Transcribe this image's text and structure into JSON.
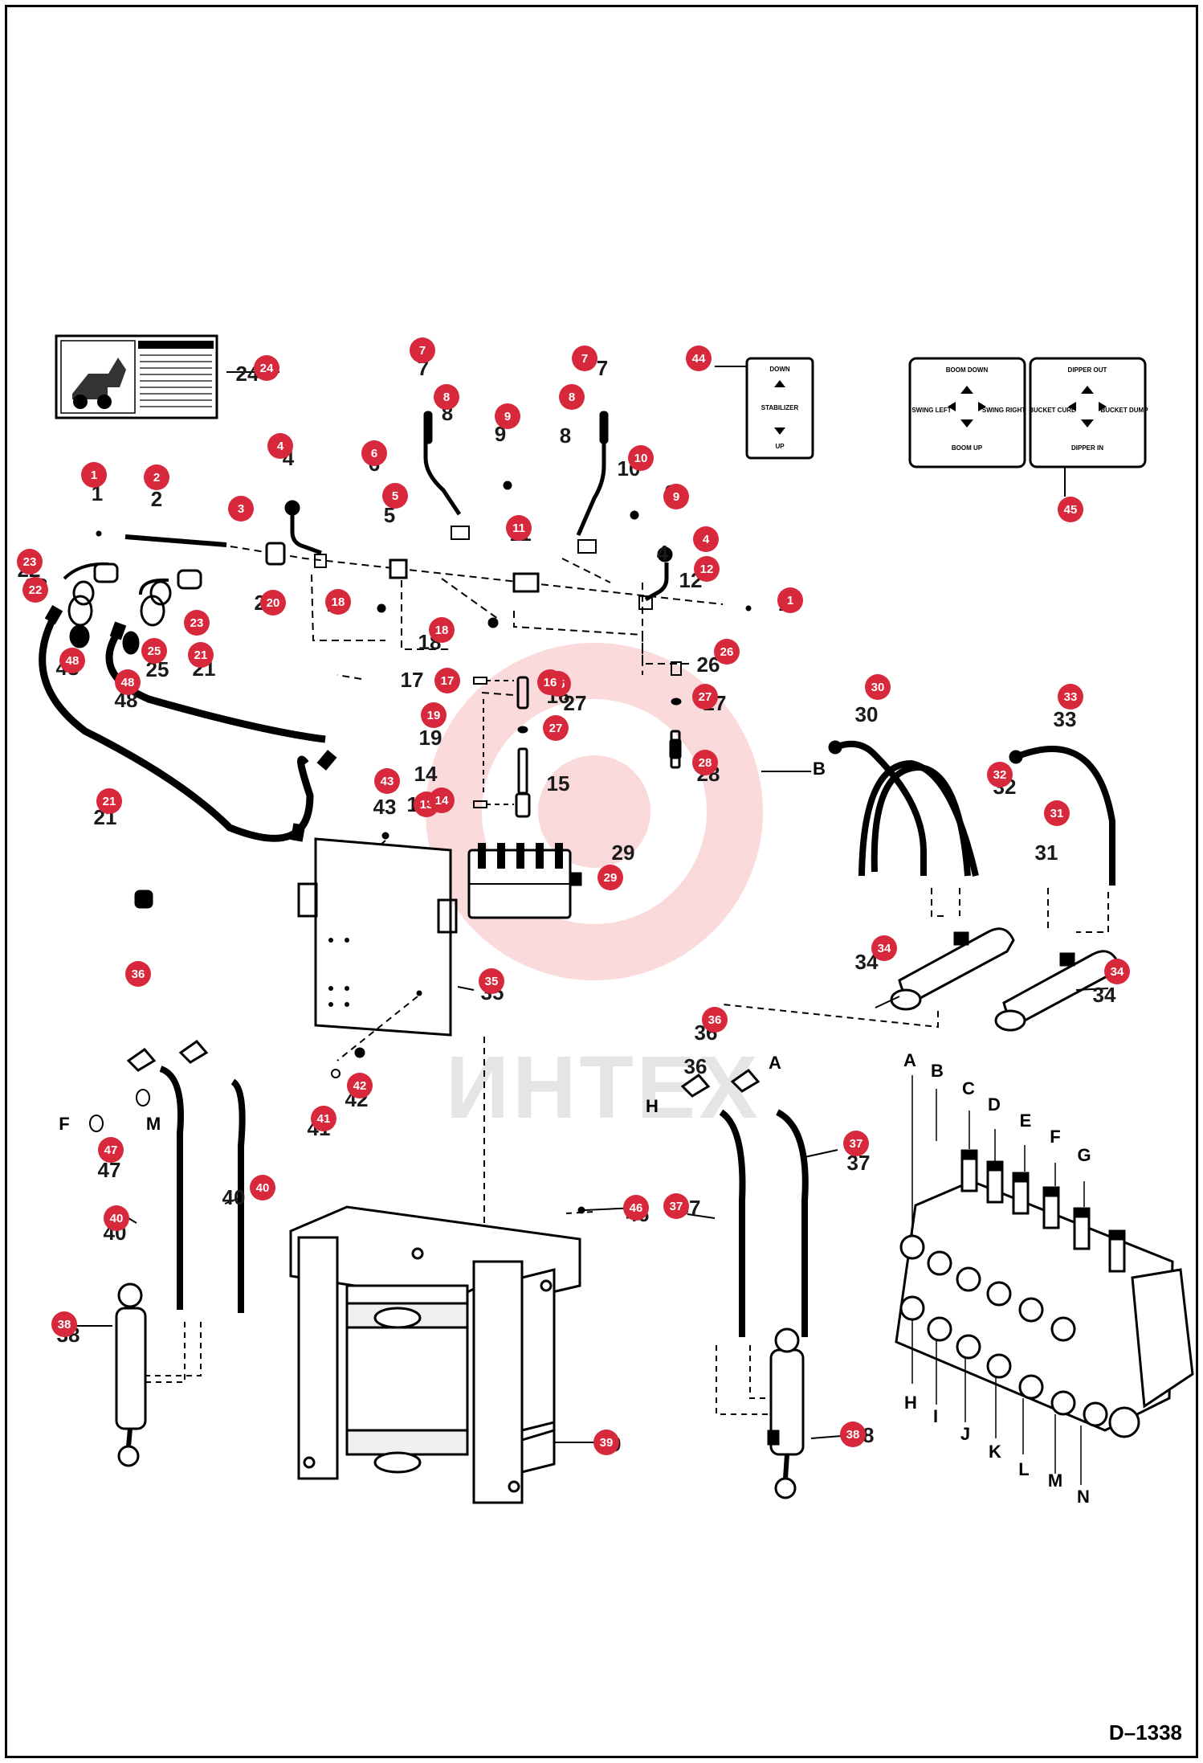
{
  "drawing_number": "D–1338",
  "watermark": {
    "text": "ИНТЕХ",
    "color": "#e8333a"
  },
  "colors": {
    "callout": "#d8283c",
    "line": "#000000",
    "background": "#ffffff"
  },
  "callouts": [
    "1",
    "1",
    "2",
    "3",
    "4",
    "4",
    "5",
    "6",
    "7",
    "7",
    "8",
    "8",
    "9",
    "9",
    "10",
    "11",
    "12",
    "13",
    "14",
    "15",
    "16",
    "17",
    "18",
    "18",
    "19",
    "20",
    "21",
    "21",
    "22",
    "23",
    "23",
    "24",
    "25",
    "26",
    "27",
    "27",
    "28",
    "29",
    "30",
    "31",
    "32",
    "33",
    "34",
    "34",
    "35",
    "36",
    "36",
    "37",
    "37",
    "38",
    "38",
    "39",
    "40",
    "40",
    "41",
    "42",
    "43",
    "44",
    "45",
    "46",
    "47",
    "48",
    "48"
  ],
  "part_labels": [
    "24",
    "7",
    "7",
    "8",
    "8",
    "9",
    "9",
    "4",
    "4",
    "6",
    "10",
    "3",
    "5",
    "11",
    "12",
    "1",
    "1",
    "2",
    "23",
    "22",
    "21",
    "21",
    "48",
    "48",
    "25",
    "20",
    "18",
    "18",
    "26",
    "17",
    "16",
    "27",
    "27",
    "19",
    "14",
    "28",
    "15",
    "13",
    "43",
    "29",
    "30",
    "33",
    "32",
    "31",
    "34",
    "34",
    "35",
    "36",
    "36",
    "42",
    "41",
    "47",
    "40",
    "40",
    "37",
    "37",
    "46",
    "38",
    "38",
    "39"
  ],
  "port_letters": [
    "A",
    "B",
    "C",
    "D",
    "E",
    "F",
    "G",
    "H",
    "I",
    "J",
    "K",
    "L",
    "M",
    "N",
    "B",
    "F",
    "M",
    "H",
    "A"
  ],
  "stabilizer_decal": {
    "down": "DOWN",
    "middle": "STABILIZER",
    "up": "UP"
  },
  "control_decal": {
    "left": {
      "top": "BOOM DOWN",
      "left": "SWING LEFT",
      "right": "SWING RIGHT",
      "bottom": "BOOM UP"
    },
    "right": {
      "top": "DIPPER OUT",
      "left": "BUCKET CURL",
      "right": "BUCKET DUMP",
      "bottom": "DIPPER IN"
    }
  }
}
